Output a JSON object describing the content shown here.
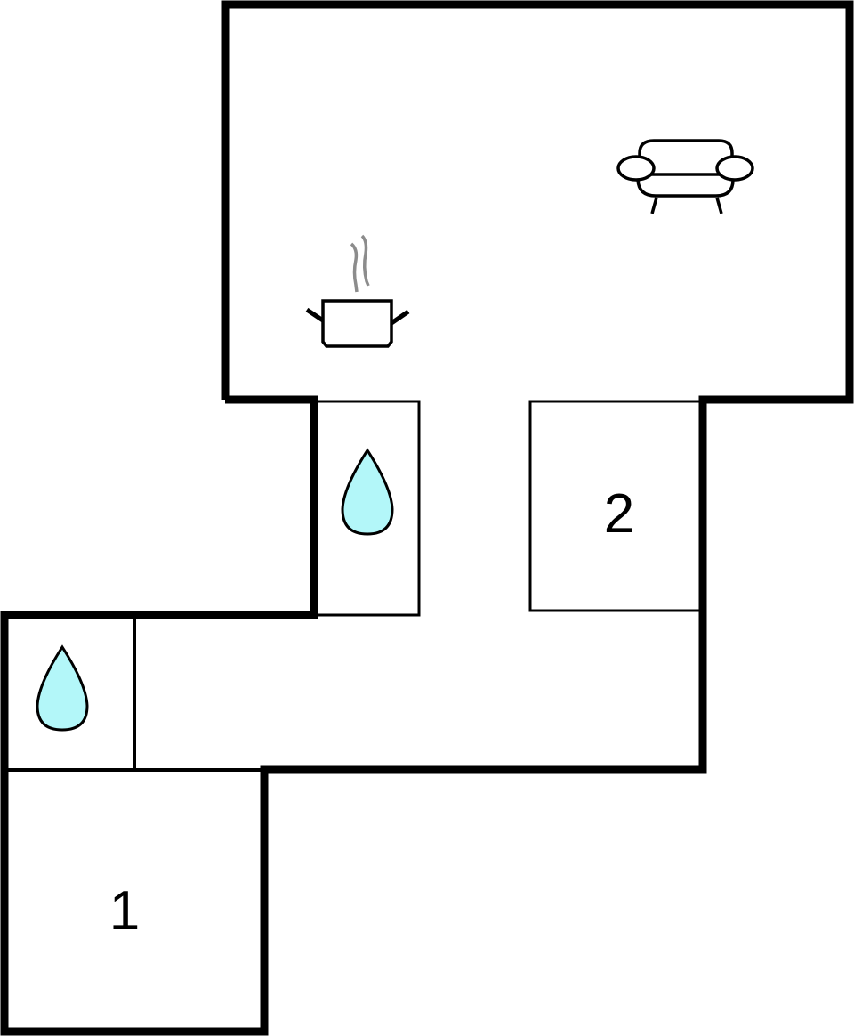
{
  "floorplan": {
    "rooms": [
      {
        "id": "living-kitchen",
        "icons": [
          "sofa-icon",
          "cooking-pot-icon"
        ]
      },
      {
        "id": "bathroom-upper",
        "icons": [
          "water-drop-icon"
        ]
      },
      {
        "id": "bedroom-2",
        "label": "2"
      },
      {
        "id": "hallway"
      },
      {
        "id": "bathroom-lower",
        "icons": [
          "water-drop-icon"
        ]
      },
      {
        "id": "bedroom-1",
        "label": "1"
      }
    ],
    "colors": {
      "wall": "#000000",
      "water_drop_fill": "#b3f7f9",
      "steam": "#8c8c8c",
      "background": "#ffffff"
    }
  }
}
